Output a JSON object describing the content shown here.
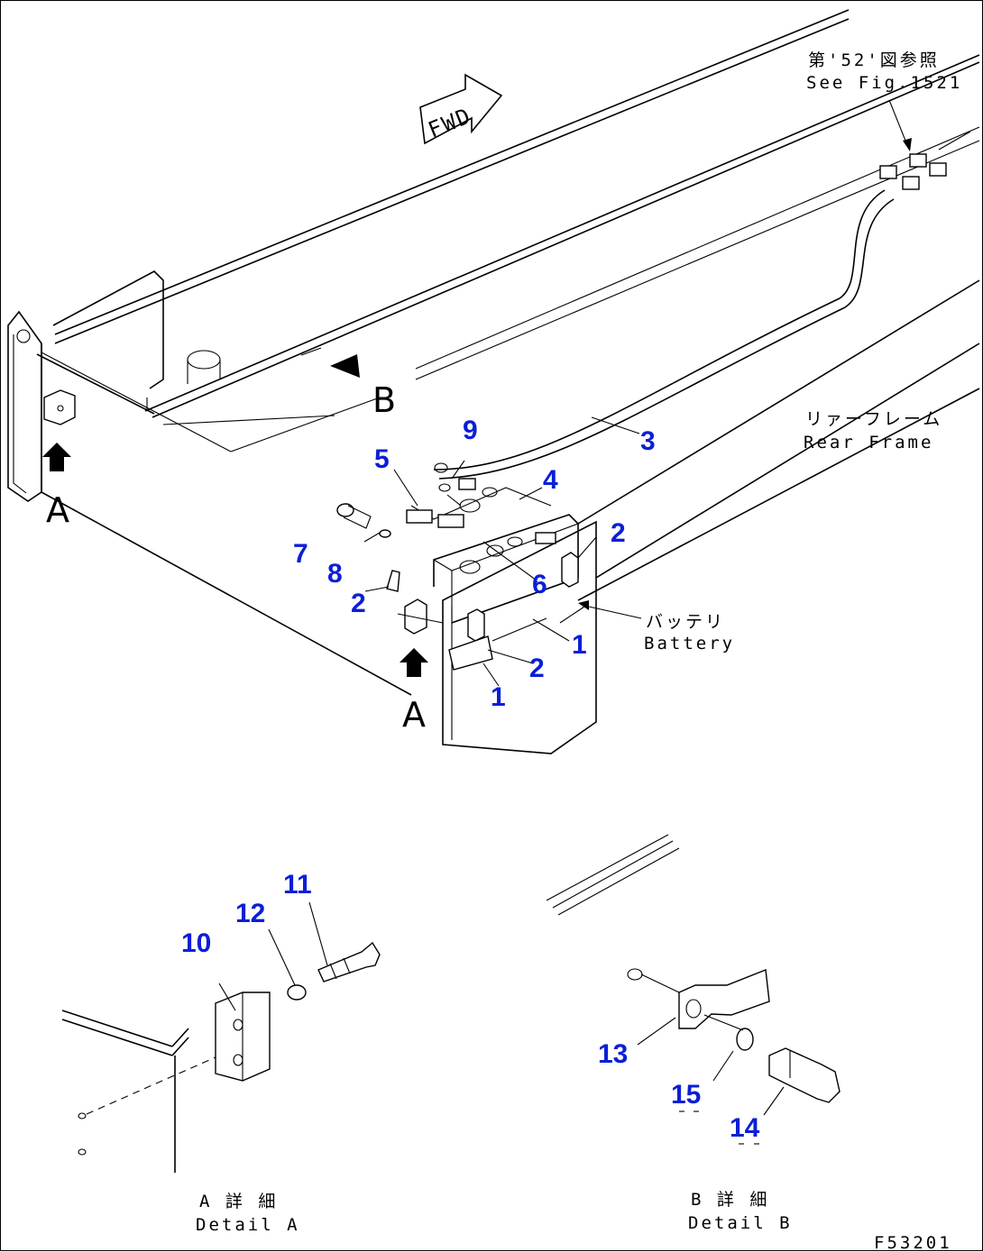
{
  "fwd_label": "FWD",
  "view_letters": {
    "a_top": "A",
    "a_left": "A",
    "b": "B"
  },
  "notes": {
    "see_fig_jp": "第'52'図参照",
    "see_fig_en": "See Fig.1521",
    "rear_frame_jp": "リァーフレーム",
    "rear_frame_en": "Rear Frame",
    "battery_jp": "バッテリ",
    "battery_en": "Battery",
    "detail_a_jp": "A 詳 細",
    "detail_a_en": "Detail A",
    "detail_b_jp": "B 詳 細",
    "detail_b_en": "Detail B"
  },
  "drawing_ref": "F53201",
  "callouts": {
    "c9": "9",
    "c5": "5",
    "c4": "4",
    "c3": "3",
    "c2a": "2",
    "c7": "7",
    "c8": "8",
    "c2b": "2",
    "c6": "6",
    "c1a": "1",
    "c2c": "2",
    "c1b": "1",
    "c11": "11",
    "c12": "12",
    "c10": "10",
    "c13": "13",
    "c15": "15",
    "c14": "14"
  },
  "colors": {
    "callout": "#0a1fd6",
    "line": "#000000",
    "background": "#ffffff"
  }
}
